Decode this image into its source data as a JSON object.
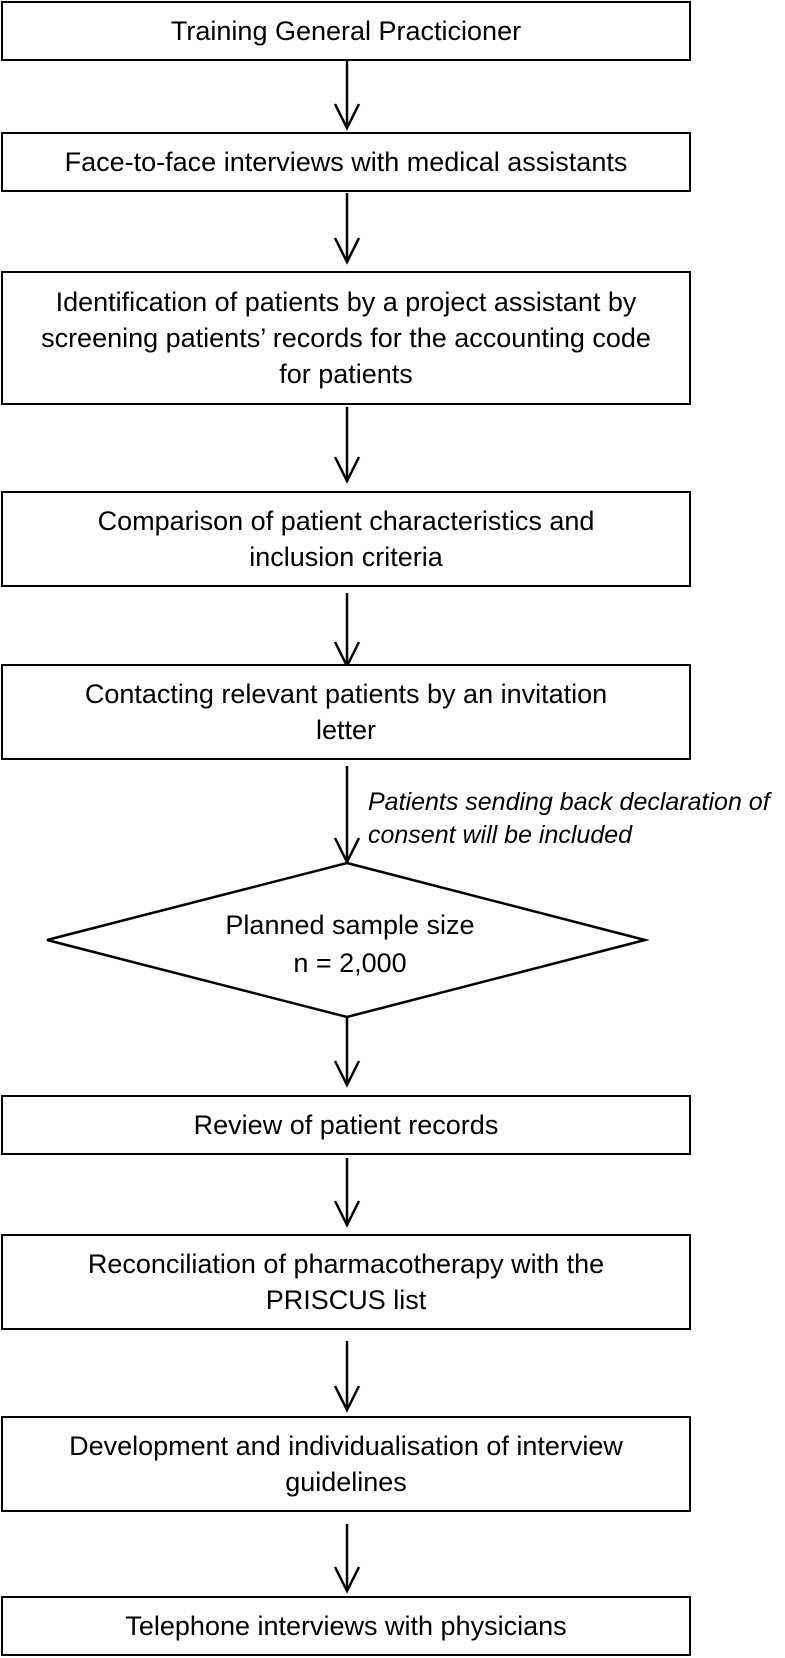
{
  "steps": [
    "Training General Practicioner",
    "Face-to-face interviews with medical assistants",
    "Identification of patients by a project assistant by screening patients’ records for the accounting code for patients",
    "Comparison of patient characteristics and inclusion criteria",
    "Contacting relevant patients by an invitation letter",
    "Review of patient records",
    "Reconciliation of pharmacotherapy with the PRISCUS list",
    "Development and individualisation of interview guidelines",
    "Telephone interviews with physicians"
  ],
  "decision": {
    "line1": "Planned sample size",
    "line2": "n = 2,000"
  },
  "annotation": "Patients sending back declaration of consent will be included"
}
